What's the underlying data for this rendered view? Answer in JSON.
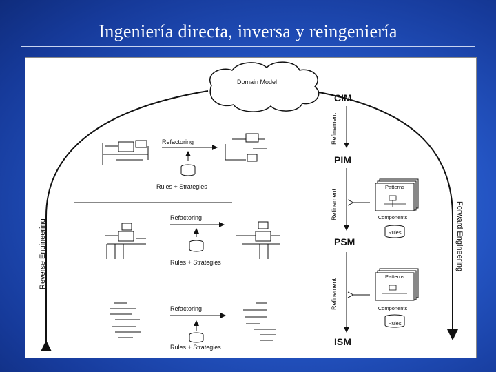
{
  "slide": {
    "title": "Ingeniería directa, inversa y reingeniería"
  },
  "diagram": {
    "domain_model": "Domain Model",
    "levels": {
      "cim": "CIM",
      "pim": "PIM",
      "psm": "PSM",
      "ism": "ISM"
    },
    "refinement": "Refinement",
    "refactoring": "Refactoring",
    "rules_strategies": "Rules + Strategies",
    "patterns": "Patterns",
    "components": "Components",
    "rules": "Rules",
    "reverse_engineering": "Reverse Engineering",
    "forward_engineering": "Forward Engineering"
  }
}
